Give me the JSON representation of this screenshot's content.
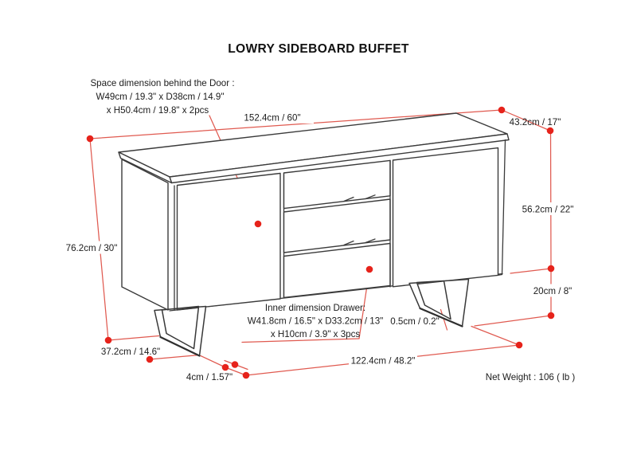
{
  "title": "LOWRY SIDEBOARD BUFFET",
  "annotations": {
    "space_dimension": {
      "line1": "Space dimension behind the Door :",
      "line2": "W49cm / 19.3\" x D38cm / 14.9\"",
      "line3": "x H50.4cm / 19.8\" x 2pcs"
    },
    "drawer_dimension": {
      "line1": "Inner dimension Drawer:",
      "line2": "W41.8cm / 16.5\" x D33.2cm / 13\"",
      "line3": "x H10cm / 3.9\" x 3pcs"
    },
    "net_weight": "Net Weight : 106 ( lb )"
  },
  "dimensions": {
    "overall_width": "152.4cm / 60\"",
    "overall_depth": "43.2cm / 17\"",
    "body_height": "56.2cm / 22\"",
    "leg_height": "20cm / 8\"",
    "overall_height": "76.2cm / 30\"",
    "leg_depth": "37.2cm / 14.6\"",
    "leg_width": "4cm / 1.57\"",
    "leg_span_width": "122.4cm / 48.2\"",
    "foot_thickness": "0.5cm / 0.2\""
  },
  "colors": {
    "dimension_dot_red": "#e6231b",
    "dimension_line_red": "#e05a50",
    "drawing_ink": "#3b3b3b",
    "background": "#ffffff"
  }
}
